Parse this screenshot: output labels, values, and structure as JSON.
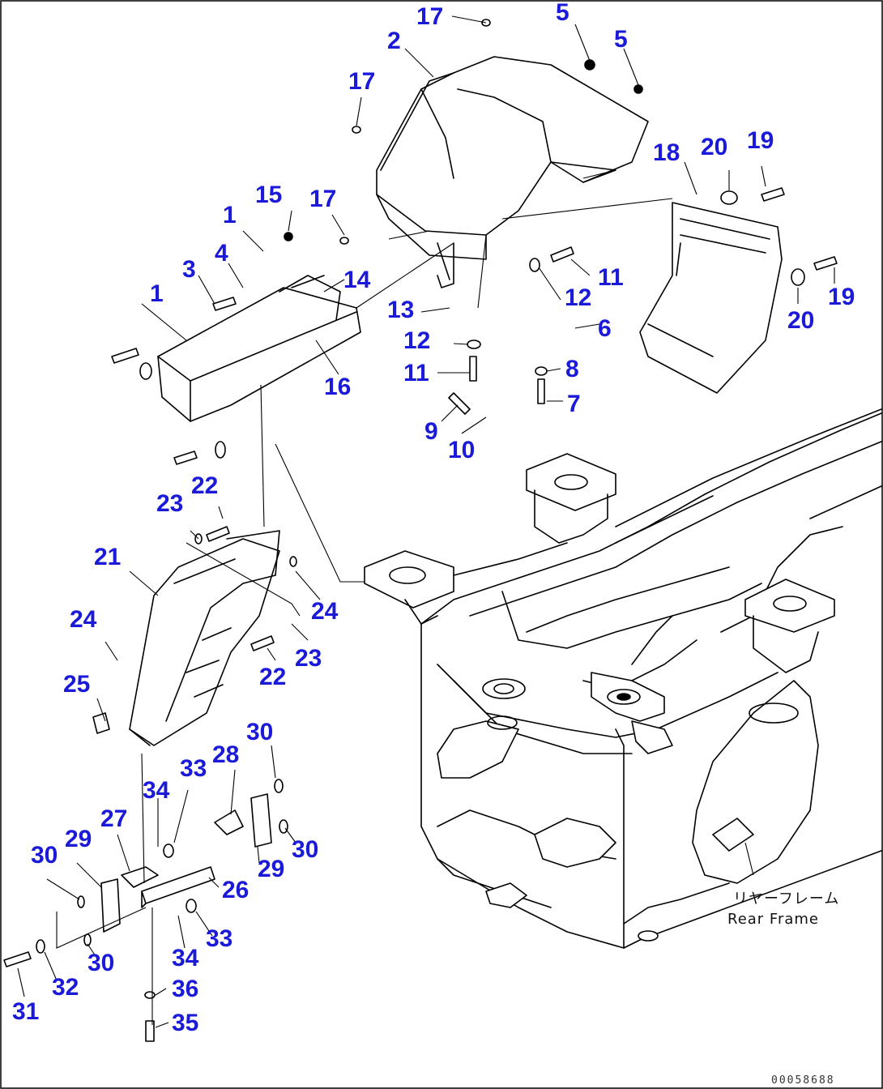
{
  "diagram": {
    "callouts": [
      "1",
      "2",
      "3",
      "4",
      "5",
      "6",
      "7",
      "8",
      "9",
      "10",
      "11",
      "12",
      "13",
      "14",
      "15",
      "16",
      "17",
      "18",
      "19",
      "20",
      "21",
      "22",
      "23",
      "24",
      "25",
      "26",
      "27",
      "28",
      "29",
      "30",
      "31",
      "32",
      "33",
      "34",
      "35",
      "36"
    ],
    "frame_label_jp": "リヤーフレーム",
    "frame_label_en": "Rear Frame",
    "doc_id": "00058688"
  }
}
